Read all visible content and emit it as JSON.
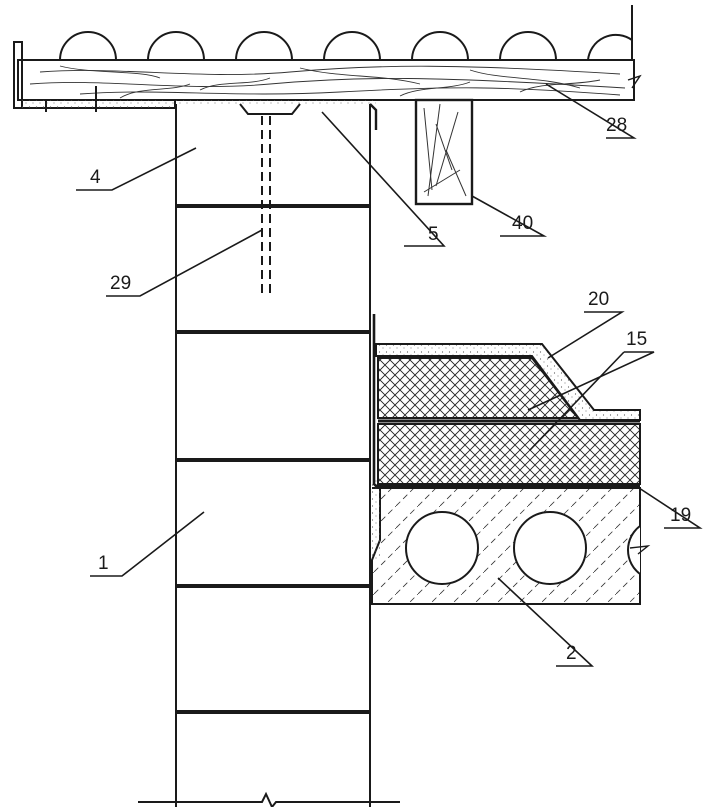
{
  "callouts": {
    "c1": "1",
    "c2": "2",
    "c4": "4",
    "c5": "5",
    "c15": "15",
    "c19": "19",
    "c20": "20",
    "c28": "28",
    "c29": "29",
    "c40": "40"
  }
}
